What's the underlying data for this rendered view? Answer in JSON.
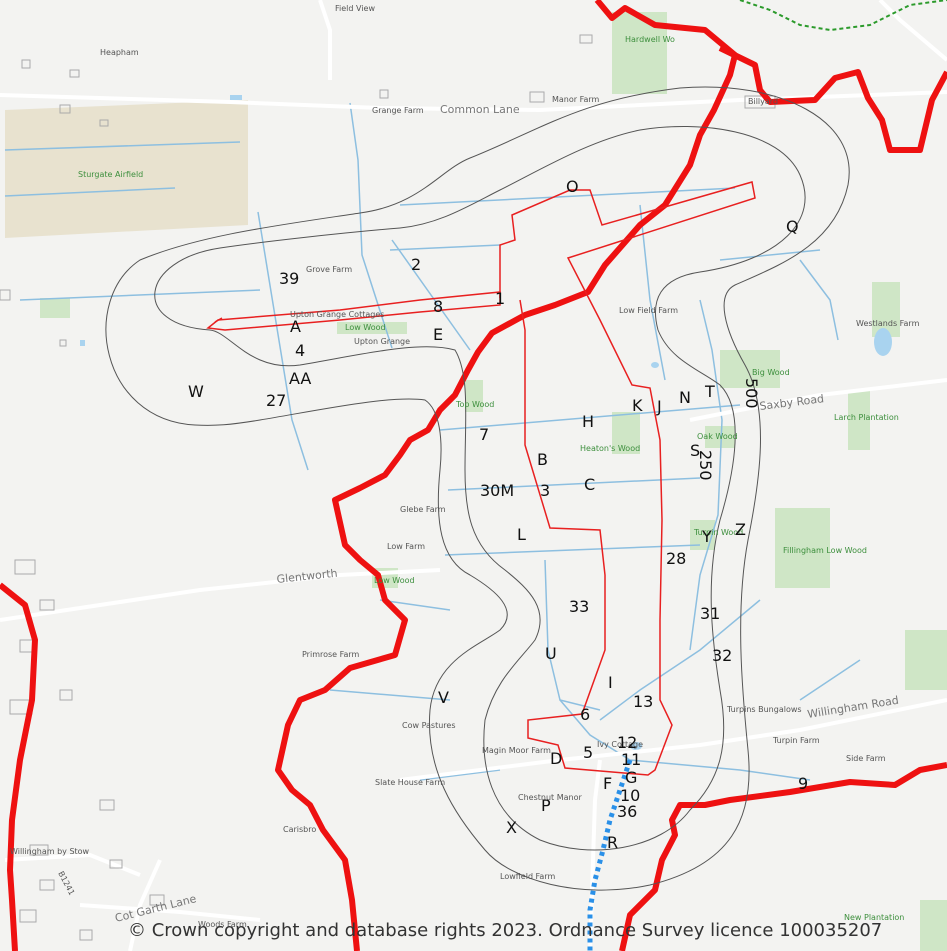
{
  "places": {
    "heapham": "Heapham",
    "field_view": "Field View",
    "hardwell": "Hardwell Wo",
    "sturgate": "Sturgate Airfield",
    "grange_farm": "Grange Farm",
    "common_lane": "Common Lane",
    "manor_farm": "Manor Farm",
    "billyard": "Billyard",
    "grove_farm": "Grove Farm",
    "upton_cottages": "Upton Grange Cottages",
    "low_wood_n": "Low Wood",
    "upton_grange": "Upton Grange",
    "low_field_farm": "Low Field Farm",
    "westlands": "Westlands Farm",
    "big_wood": "Big Wood",
    "saxby_road": "Saxby Road",
    "larch": "Larch Plantation",
    "top_wood": "Top Wood",
    "heatons_wood": "Heaton's Wood",
    "oak_wood": "Oak Wood",
    "glebe_farm": "Glebe Farm",
    "low_farm": "Low Farm",
    "glentworth": "Glentworth",
    "low_wood_s": "Low Wood",
    "turpin_wood": "Turpin Wood",
    "fillingham_low_wood": "Fillingham Low Wood",
    "primrose": "Primrose Farm",
    "cow_pastures": "Cow Pastures",
    "turpins_bungalows": "Turpins Bungalows",
    "willingham_road": "Willingham Road",
    "magin_moor": "Magin Moor Farm",
    "ivy_cottage": "Ivy Cottage",
    "turpin_farm": "Turpin Farm",
    "side_farm": "Side Farm",
    "slate_house": "Slate House Farm",
    "chestnut_manor": "Chestnut Manor",
    "carisbrooke": "Carisbro",
    "willingham_by_stow": "Willingham by Stow",
    "b1241": "B1241",
    "cot_garth": "Cot Garth Lane",
    "lowfield_farm": "Lowfield Farm",
    "woods_farm": "Woods Farm",
    "new_plantation": "New Plantation"
  },
  "markers": {
    "O": "O",
    "Q": "Q",
    "two": "2",
    "thirtynine": "39",
    "eight": "8",
    "one": "1",
    "A": "A",
    "E": "E",
    "four": "4",
    "AA": "AA",
    "W": "W",
    "twentyseven": "27",
    "K": "K",
    "J": "J",
    "N": "N",
    "T": "T",
    "fivehundred": "500",
    "H": "H",
    "seven": "7",
    "S": "S",
    "twofifty": "250",
    "B": "B",
    "thirtyM": "30M",
    "three": "3",
    "C": "C",
    "L": "L",
    "Y": "Y",
    "Z": "Z",
    "twentyeight": "28",
    "thirtythree": "33",
    "thirtyone": "31",
    "U": "U",
    "thirtytwo": "32",
    "I": "I",
    "V": "V",
    "thirteen": "13",
    "six": "6",
    "twelve": "12",
    "five": "5",
    "D": "D",
    "eleven": "11",
    "G": "G",
    "F": "F",
    "ten": "10",
    "thirtysix": "36",
    "P": "P",
    "X": "X",
    "R": "R",
    "nine": "9"
  },
  "copyright": "© Crown copyright and database rights 2023. Ordnance Survey licence 100035207",
  "colors": {
    "boundary": "#ee1111",
    "site": "#e82020",
    "buffer": "#555555",
    "stream": "#8dbfe0",
    "cable": "#2a90e8",
    "green_line": "#2b9a2b",
    "wood": "#cfe6c6",
    "airfield": "#e8e2cf"
  }
}
